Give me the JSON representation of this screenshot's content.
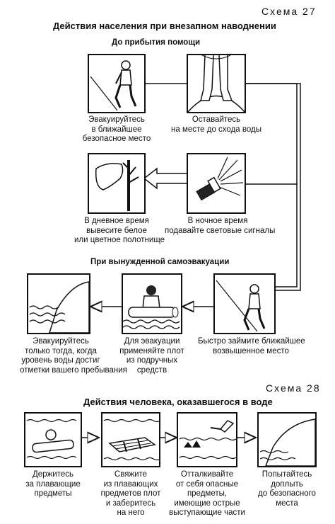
{
  "scheme27": {
    "label": "Схема 27",
    "title": "Действия населения при внезапном наводнении",
    "before_help": "До прибытия помощи",
    "forced_evac": "При вынужденной самоэвакуации",
    "captions": {
      "evacuate": [
        "Эвакуируйтесь",
        "в ближайшее",
        "безопасное место"
      ],
      "stay": [
        "Оставайтесь",
        "на месте до схода воды"
      ],
      "day": [
        "В дневное время",
        "вывесите белое",
        "или цветное полотнище"
      ],
      "night": [
        "В ночное время",
        "подавайте световые сигналы"
      ],
      "evac_only": [
        "Эвакуируйтесь",
        "только тогда, когда",
        "уровень воды достиг",
        "отметки вашего пребывания"
      ],
      "raft": [
        "Для эвакуации",
        "применяйте плот",
        "из подручных",
        "средств"
      ],
      "higher": [
        "Быстро займите ближайшее",
        "возвышенное место"
      ]
    }
  },
  "scheme28": {
    "label": "Схема 28",
    "title": "Действия человека, оказавшегося в воде",
    "captions": {
      "hold": [
        "Держитесь",
        "за плавающие",
        "предметы"
      ],
      "tie": [
        "Свяжите",
        "из плавающих",
        "предметов плот",
        "и заберитесь",
        "на него"
      ],
      "push": [
        "Отталкивайте",
        "от себя опасные",
        "предметы,",
        "имеющие острые",
        "выступающие части"
      ],
      "swim": [
        "Попытайтесь",
        "доплыть",
        "до безопасного",
        "места"
      ]
    }
  }
}
